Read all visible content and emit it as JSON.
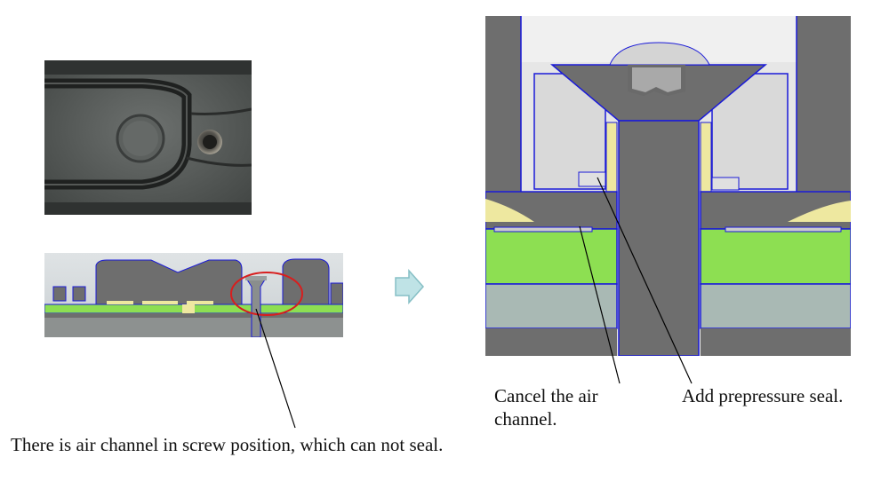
{
  "captions": {
    "air_channel": "There is air channel in screw position, which can not seal.",
    "cancel_channel": "Cancel the air channel.",
    "prepressure_seal": "Add prepressure seal."
  },
  "colors": {
    "section_gray": "#6e6e6e",
    "seal_green": "#8ddf52",
    "seal_yellow": "#eee8a0",
    "outline_blue": "#1a1ad8",
    "highlight_red": "#d81e1e",
    "arrow_fill": "#bfe3e6"
  }
}
